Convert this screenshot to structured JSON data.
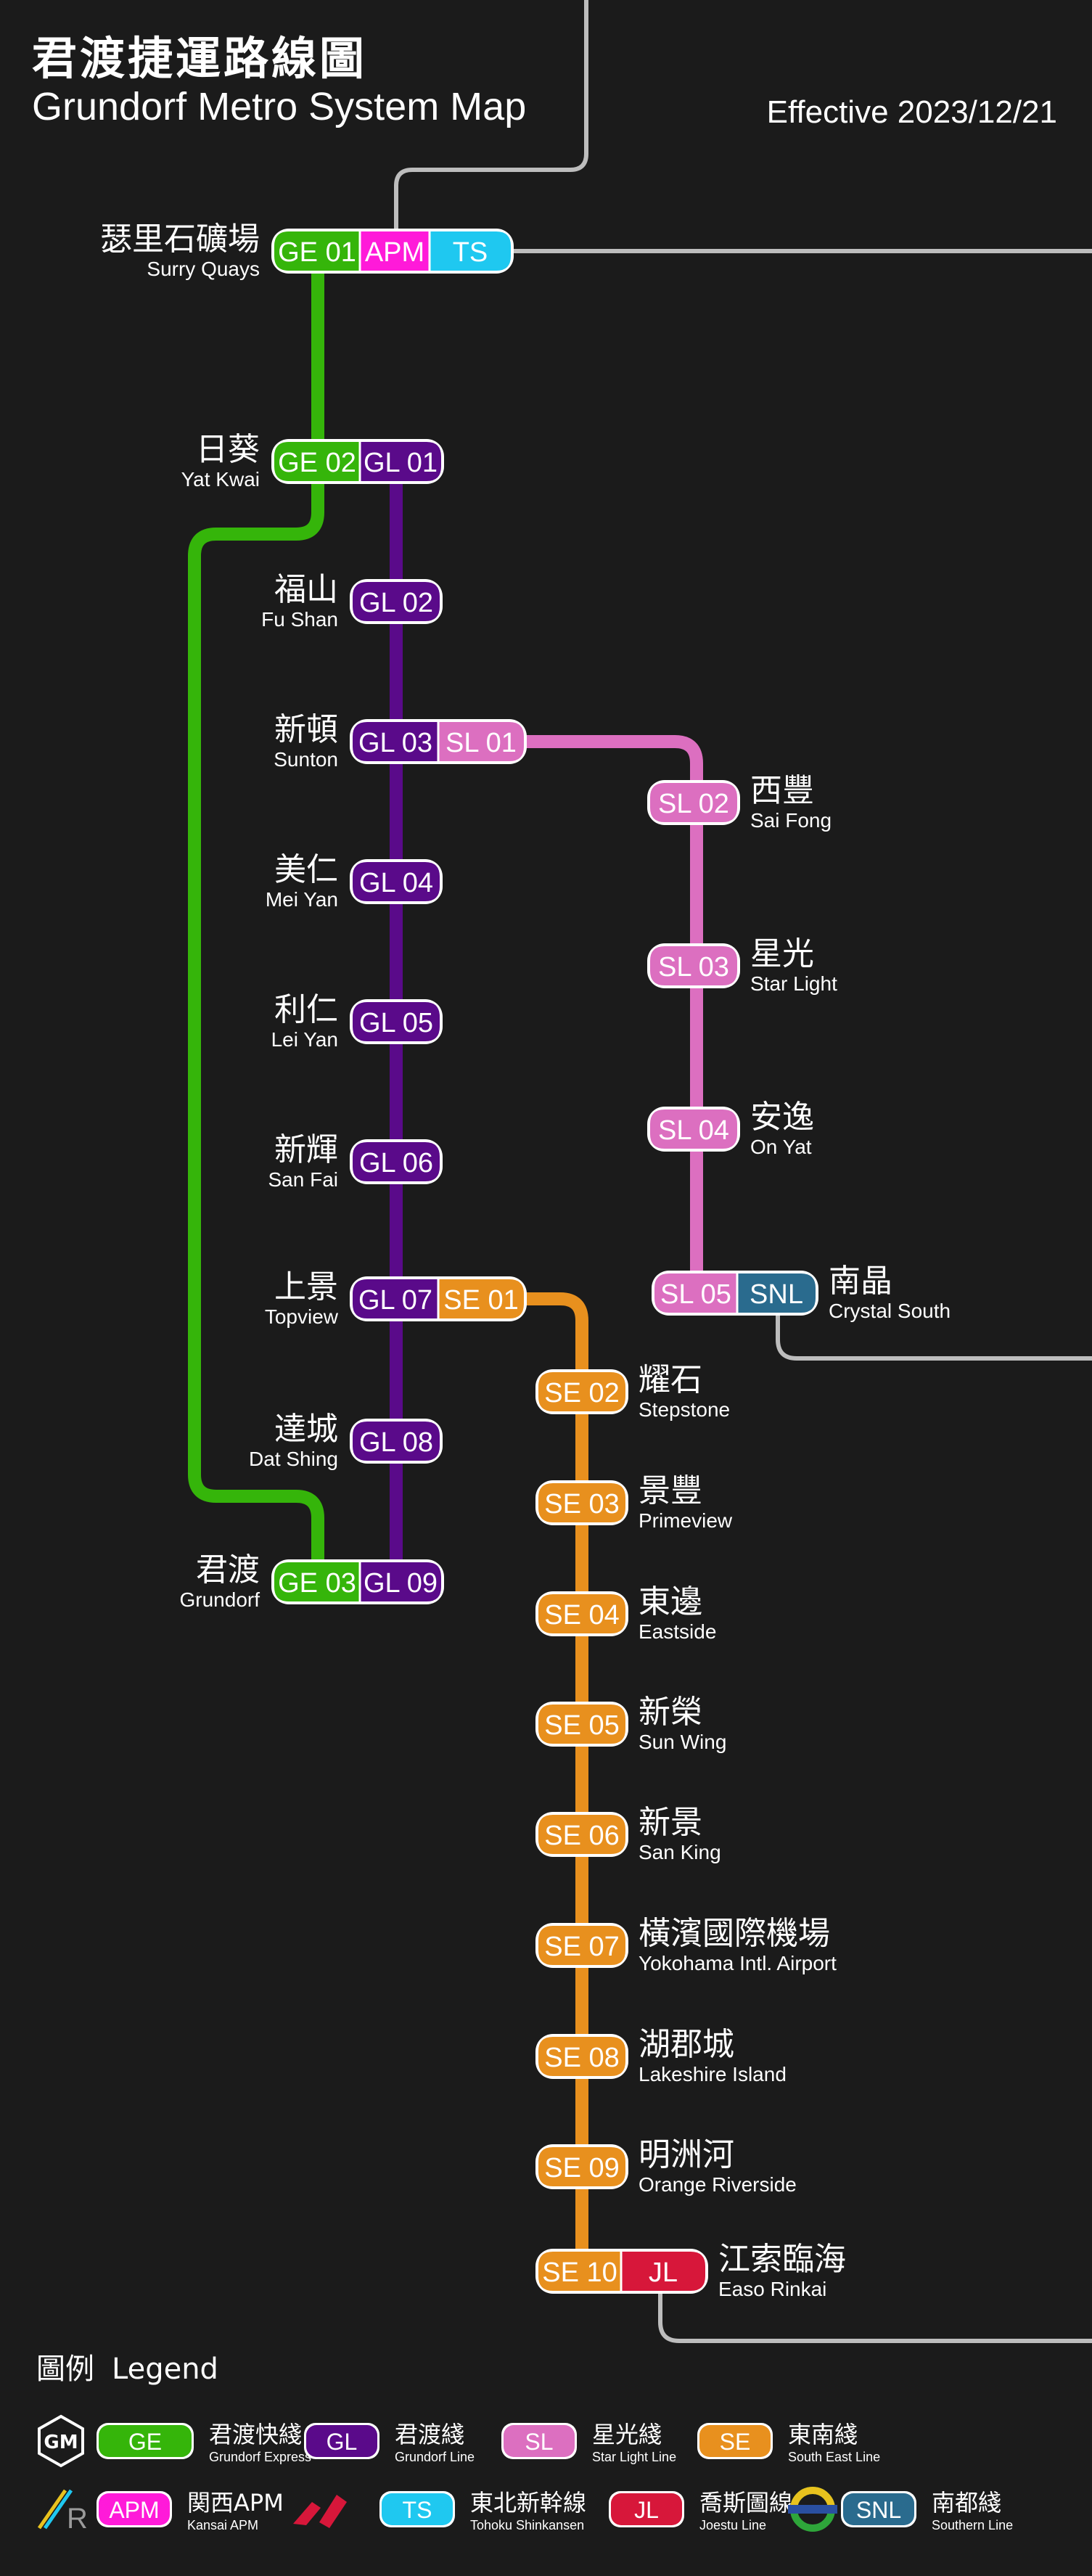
{
  "header": {
    "title_zh": "君渡捷運路線圖",
    "title_en": "Grundorf Metro System Map",
    "effective": "Effective 2023/12/21"
  },
  "colors": {
    "GE": "#35b50a",
    "GL": "#5a0a8a",
    "SL": "#dc6fc0",
    "SE": "#e8901e",
    "APM": "#ff1ad9",
    "TS": "#1fc8f0",
    "JL": "#d7173a",
    "SNL": "#2a6b8e",
    "connector": "#bdbdbd"
  },
  "stations": [
    {
      "id": "surry-quays",
      "zh": "瑟里石礦場",
      "en": "Surry Quays",
      "side": "left",
      "codes": [
        {
          "line": "GE",
          "text": "GE 01"
        },
        {
          "line": "APM",
          "text": "APM"
        },
        {
          "line": "TS",
          "text": "TS"
        }
      ]
    },
    {
      "id": "yat-kwai",
      "zh": "日葵",
      "en": "Yat Kwai",
      "side": "left",
      "codes": [
        {
          "line": "GE",
          "text": "GE 02"
        },
        {
          "line": "GL",
          "text": "GL 01"
        }
      ]
    },
    {
      "id": "fu-shan",
      "zh": "福山",
      "en": "Fu Shan",
      "side": "left",
      "codes": [
        {
          "line": "GL",
          "text": "GL 02"
        }
      ]
    },
    {
      "id": "sunton",
      "zh": "新頓",
      "en": "Sunton",
      "side": "left",
      "codes": [
        {
          "line": "GL",
          "text": "GL 03"
        },
        {
          "line": "SL",
          "text": "SL 01"
        }
      ]
    },
    {
      "id": "mei-yan",
      "zh": "美仁",
      "en": "Mei Yan",
      "side": "left",
      "codes": [
        {
          "line": "GL",
          "text": "GL 04"
        }
      ]
    },
    {
      "id": "lei-yan",
      "zh": "利仁",
      "en": "Lei Yan",
      "side": "left",
      "codes": [
        {
          "line": "GL",
          "text": "GL 05"
        }
      ]
    },
    {
      "id": "san-fai",
      "zh": "新輝",
      "en": "San Fai",
      "side": "left",
      "codes": [
        {
          "line": "GL",
          "text": "GL 06"
        }
      ]
    },
    {
      "id": "topview",
      "zh": "上景",
      "en": "Topview",
      "side": "left",
      "codes": [
        {
          "line": "GL",
          "text": "GL 07"
        },
        {
          "line": "SE",
          "text": "SE 01"
        }
      ]
    },
    {
      "id": "dat-shing",
      "zh": "達城",
      "en": "Dat Shing",
      "side": "left",
      "codes": [
        {
          "line": "GL",
          "text": "GL 08"
        }
      ]
    },
    {
      "id": "grundorf",
      "zh": "君渡",
      "en": "Grundorf",
      "side": "left",
      "codes": [
        {
          "line": "GE",
          "text": "GE 03"
        },
        {
          "line": "GL",
          "text": "GL 09"
        }
      ]
    },
    {
      "id": "sai-fong",
      "zh": "西豐",
      "en": "Sai Fong",
      "side": "right",
      "codes": [
        {
          "line": "SL",
          "text": "SL 02"
        }
      ]
    },
    {
      "id": "star-light",
      "zh": "星光",
      "en": "Star Light",
      "side": "right",
      "codes": [
        {
          "line": "SL",
          "text": "SL 03"
        }
      ]
    },
    {
      "id": "on-yat",
      "zh": "安逸",
      "en": "On Yat",
      "side": "right",
      "codes": [
        {
          "line": "SL",
          "text": "SL 04"
        }
      ]
    },
    {
      "id": "crystal-south",
      "zh": "南晶",
      "en": "Crystal South",
      "side": "right",
      "codes": [
        {
          "line": "SL",
          "text": "SL 05"
        },
        {
          "line": "SNL",
          "text": "SNL"
        }
      ]
    },
    {
      "id": "stepstone",
      "zh": "耀石",
      "en": "Stepstone",
      "side": "right",
      "codes": [
        {
          "line": "SE",
          "text": "SE 02"
        }
      ]
    },
    {
      "id": "primeview",
      "zh": "景豐",
      "en": "Primeview",
      "side": "right",
      "codes": [
        {
          "line": "SE",
          "text": "SE 03"
        }
      ]
    },
    {
      "id": "eastside",
      "zh": "東邊",
      "en": "Eastside",
      "side": "right",
      "codes": [
        {
          "line": "SE",
          "text": "SE 04"
        }
      ]
    },
    {
      "id": "sun-wing",
      "zh": "新榮",
      "en": "Sun Wing",
      "side": "right",
      "codes": [
        {
          "line": "SE",
          "text": "SE 05"
        }
      ]
    },
    {
      "id": "san-king",
      "zh": "新景",
      "en": "San King",
      "side": "right",
      "codes": [
        {
          "line": "SE",
          "text": "SE 06"
        }
      ]
    },
    {
      "id": "yokohama-airport",
      "zh": "橫濱國際機場",
      "en": "Yokohama Intl. Airport",
      "side": "right",
      "codes": [
        {
          "line": "SE",
          "text": "SE 07"
        }
      ]
    },
    {
      "id": "lakeshire-island",
      "zh": "湖郡城",
      "en": "Lakeshire Island",
      "side": "right",
      "codes": [
        {
          "line": "SE",
          "text": "SE 08"
        }
      ]
    },
    {
      "id": "orange-riverside",
      "zh": "明洲河",
      "en": "Orange Riverside",
      "side": "right",
      "codes": [
        {
          "line": "SE",
          "text": "SE 09"
        }
      ]
    },
    {
      "id": "easo-rinkai",
      "zh": "江索臨海",
      "en": "Easo Rinkai",
      "side": "right",
      "codes": [
        {
          "line": "SE",
          "text": "SE 10"
        },
        {
          "line": "JL",
          "text": "JL"
        }
      ]
    }
  ],
  "legend": {
    "title_zh": "圖例",
    "title_en": "Legend",
    "items": [
      {
        "code": "GE",
        "zh": "君渡快綫",
        "en": "Grundorf Express",
        "logo": "gm-logo-icon"
      },
      {
        "code": "GL",
        "zh": "君渡綫",
        "en": "Grundorf Line"
      },
      {
        "code": "SL",
        "zh": "星光綫",
        "en": "Star Light Line"
      },
      {
        "code": "SE",
        "zh": "東南綫",
        "en": "South East Line"
      },
      {
        "code": "APM",
        "zh": "関西APM",
        "en": "Kansai APM",
        "logo": "kr-logo-icon"
      },
      {
        "code": "TS",
        "zh": "東北新幹線",
        "en": "Tohoku Shinkansen",
        "logo": "jr-east-logo-icon"
      },
      {
        "code": "JL",
        "zh": "喬斯圖線",
        "en": "Joestu Line"
      },
      {
        "code": "SNL",
        "zh": "南都綫",
        "en": "Southern Line",
        "logo": "roundel-logo-icon"
      }
    ]
  }
}
